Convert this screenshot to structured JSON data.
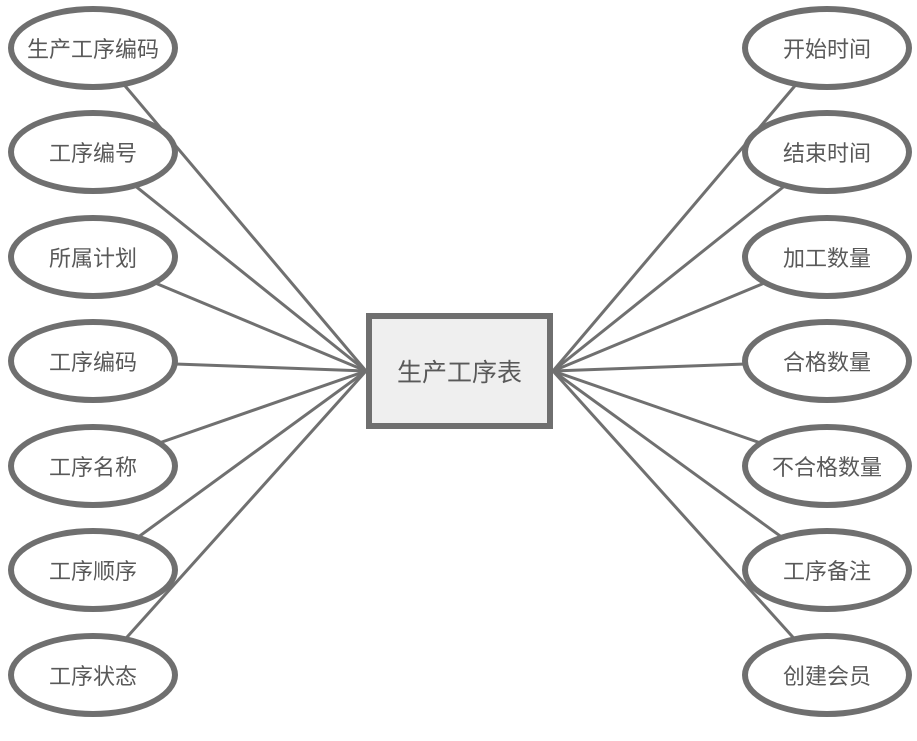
{
  "diagram": {
    "entity_label": "生产工序表",
    "left_attributes": [
      "生产工序编码",
      "工序编号",
      "所属计划",
      "工序编码",
      "工序名称",
      "工序顺序",
      "工序状态"
    ],
    "right_attributes": [
      "开始时间",
      "结束时间",
      "加工数量",
      "合格数量",
      "不合格数量",
      "工序备注",
      "创建会员"
    ],
    "colors": {
      "shape_border": "#6f6f6f",
      "shape_fill": "#ffffff",
      "entity_fill": "#efefef",
      "text": "#595959",
      "connector": "#707070"
    }
  }
}
